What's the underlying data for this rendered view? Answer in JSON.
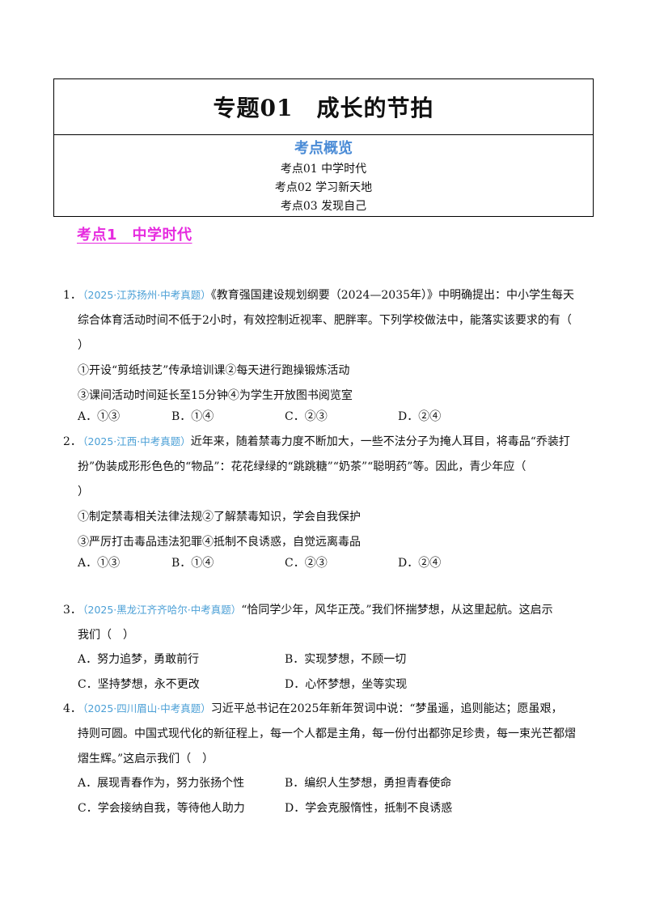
{
  "header": {
    "title": "专题01　成长的节拍"
  },
  "overview": {
    "heading": "考点概览",
    "items": [
      "考点01  中学时代",
      "考点02 学习新天地",
      "考点03  发现自己"
    ]
  },
  "section": {
    "heading": "考点1　中学时代"
  },
  "questions": [
    {
      "num": "1．",
      "source": "（2025·江苏扬州·中考真题）",
      "stem": [
        "《教育强国建设规划纲要（2024—2035年）》中明确提出：中小学生每天",
        "综合体育活动时间不低于2小时，有效控制近视率、肥胖率。下列学校做法中，能落实该要求的有（",
        "）"
      ],
      "statements": [
        "①开设“剪纸技艺”传承培训课②每天进行跑操锻炼活动",
        "③课间活动时间延长至15分钟④为学生开放图书阅览室"
      ],
      "options": [
        "A．①③",
        "B．①④",
        "C．②③",
        "D．②④"
      ]
    },
    {
      "num": "2．",
      "source": "（2025·江西·中考真题）",
      "stem": [
        "近年来，随着禁毒力度不断加大，一些不法分子为掩人耳目，将毒品“乔装打",
        "扮”伪装成形形色色的“物品”：花花绿绿的“跳跳糖”“奶茶”“聪明药”等。因此，青少年应（",
        "）"
      ],
      "statements": [
        "①制定禁毒相关法律法规②了解禁毒知识，学会自我保护",
        "③严厉打击毒品违法犯罪④抵制不良诱惑，自觉远离毒品"
      ],
      "options": [
        "A．①③",
        "B．①④",
        "C．②③",
        "D．②④"
      ]
    },
    {
      "num": "3．",
      "source": "（2025·黑龙江齐齐哈尔·中考真题）",
      "stem": [
        "“恰同学少年，风华正茂。”我们怀揣梦想，从这里起航。这启示",
        "我们（　）"
      ],
      "options": [
        "A．努力追梦，勇敢前行",
        "B．实现梦想，不顾一切",
        "C．坚持梦想，永不更改",
        "D．心怀梦想，坐等实现"
      ]
    },
    {
      "num": "4．",
      "source": "（2025·四川眉山·中考真题）",
      "stem": [
        "习近平总书记在2025年新年贺词中说：“梦虽遥，追则能达；愿虽艰，",
        "持则可圆。中国式现代化的新征程上，每一个人都是主角，每一份付出都弥足珍贵，每一束光芒都熠",
        "熠生辉。”这启示我们（　）"
      ],
      "options": [
        "A．展现青春作为，努力张扬个性",
        "B．编织人生梦想，勇担青春使命",
        "C．学会接纳自我，等待他人助力",
        "D．学会克服惰性，抵制不良诱惑"
      ]
    }
  ]
}
